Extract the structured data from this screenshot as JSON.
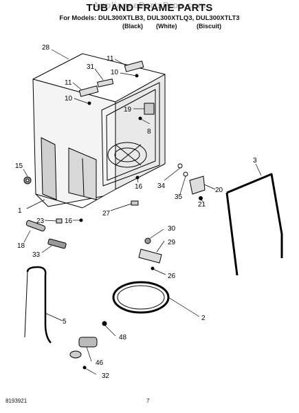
{
  "watermark": "AppliancePartsPros.com",
  "title": "TUB AND FRAME PARTS",
  "models_line": "For Models: DUL300XTLB3, DUL300XTLQ3, DUL300XTLT3",
  "color_variants": [
    "(Black)",
    "(White)",
    "(Biscuit)"
  ],
  "document_number": "8193921",
  "page_number": "7",
  "callouts": [
    "28",
    "31",
    "11",
    "10",
    "11",
    "10",
    "19",
    "8",
    "15",
    "3",
    "16",
    "34",
    "20",
    "35",
    "21",
    "1",
    "27",
    "23",
    "16",
    "18",
    "30",
    "33",
    "29",
    "26",
    "2",
    "5",
    "48",
    "46",
    "32"
  ]
}
